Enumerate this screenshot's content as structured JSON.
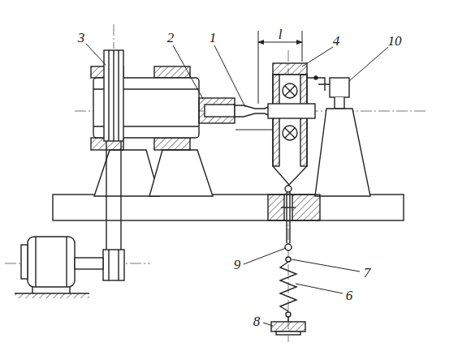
{
  "diagram": {
    "labels": [
      "3",
      "2",
      "1",
      "l",
      "4",
      "10",
      "9",
      "7",
      "6",
      "8"
    ]
  }
}
